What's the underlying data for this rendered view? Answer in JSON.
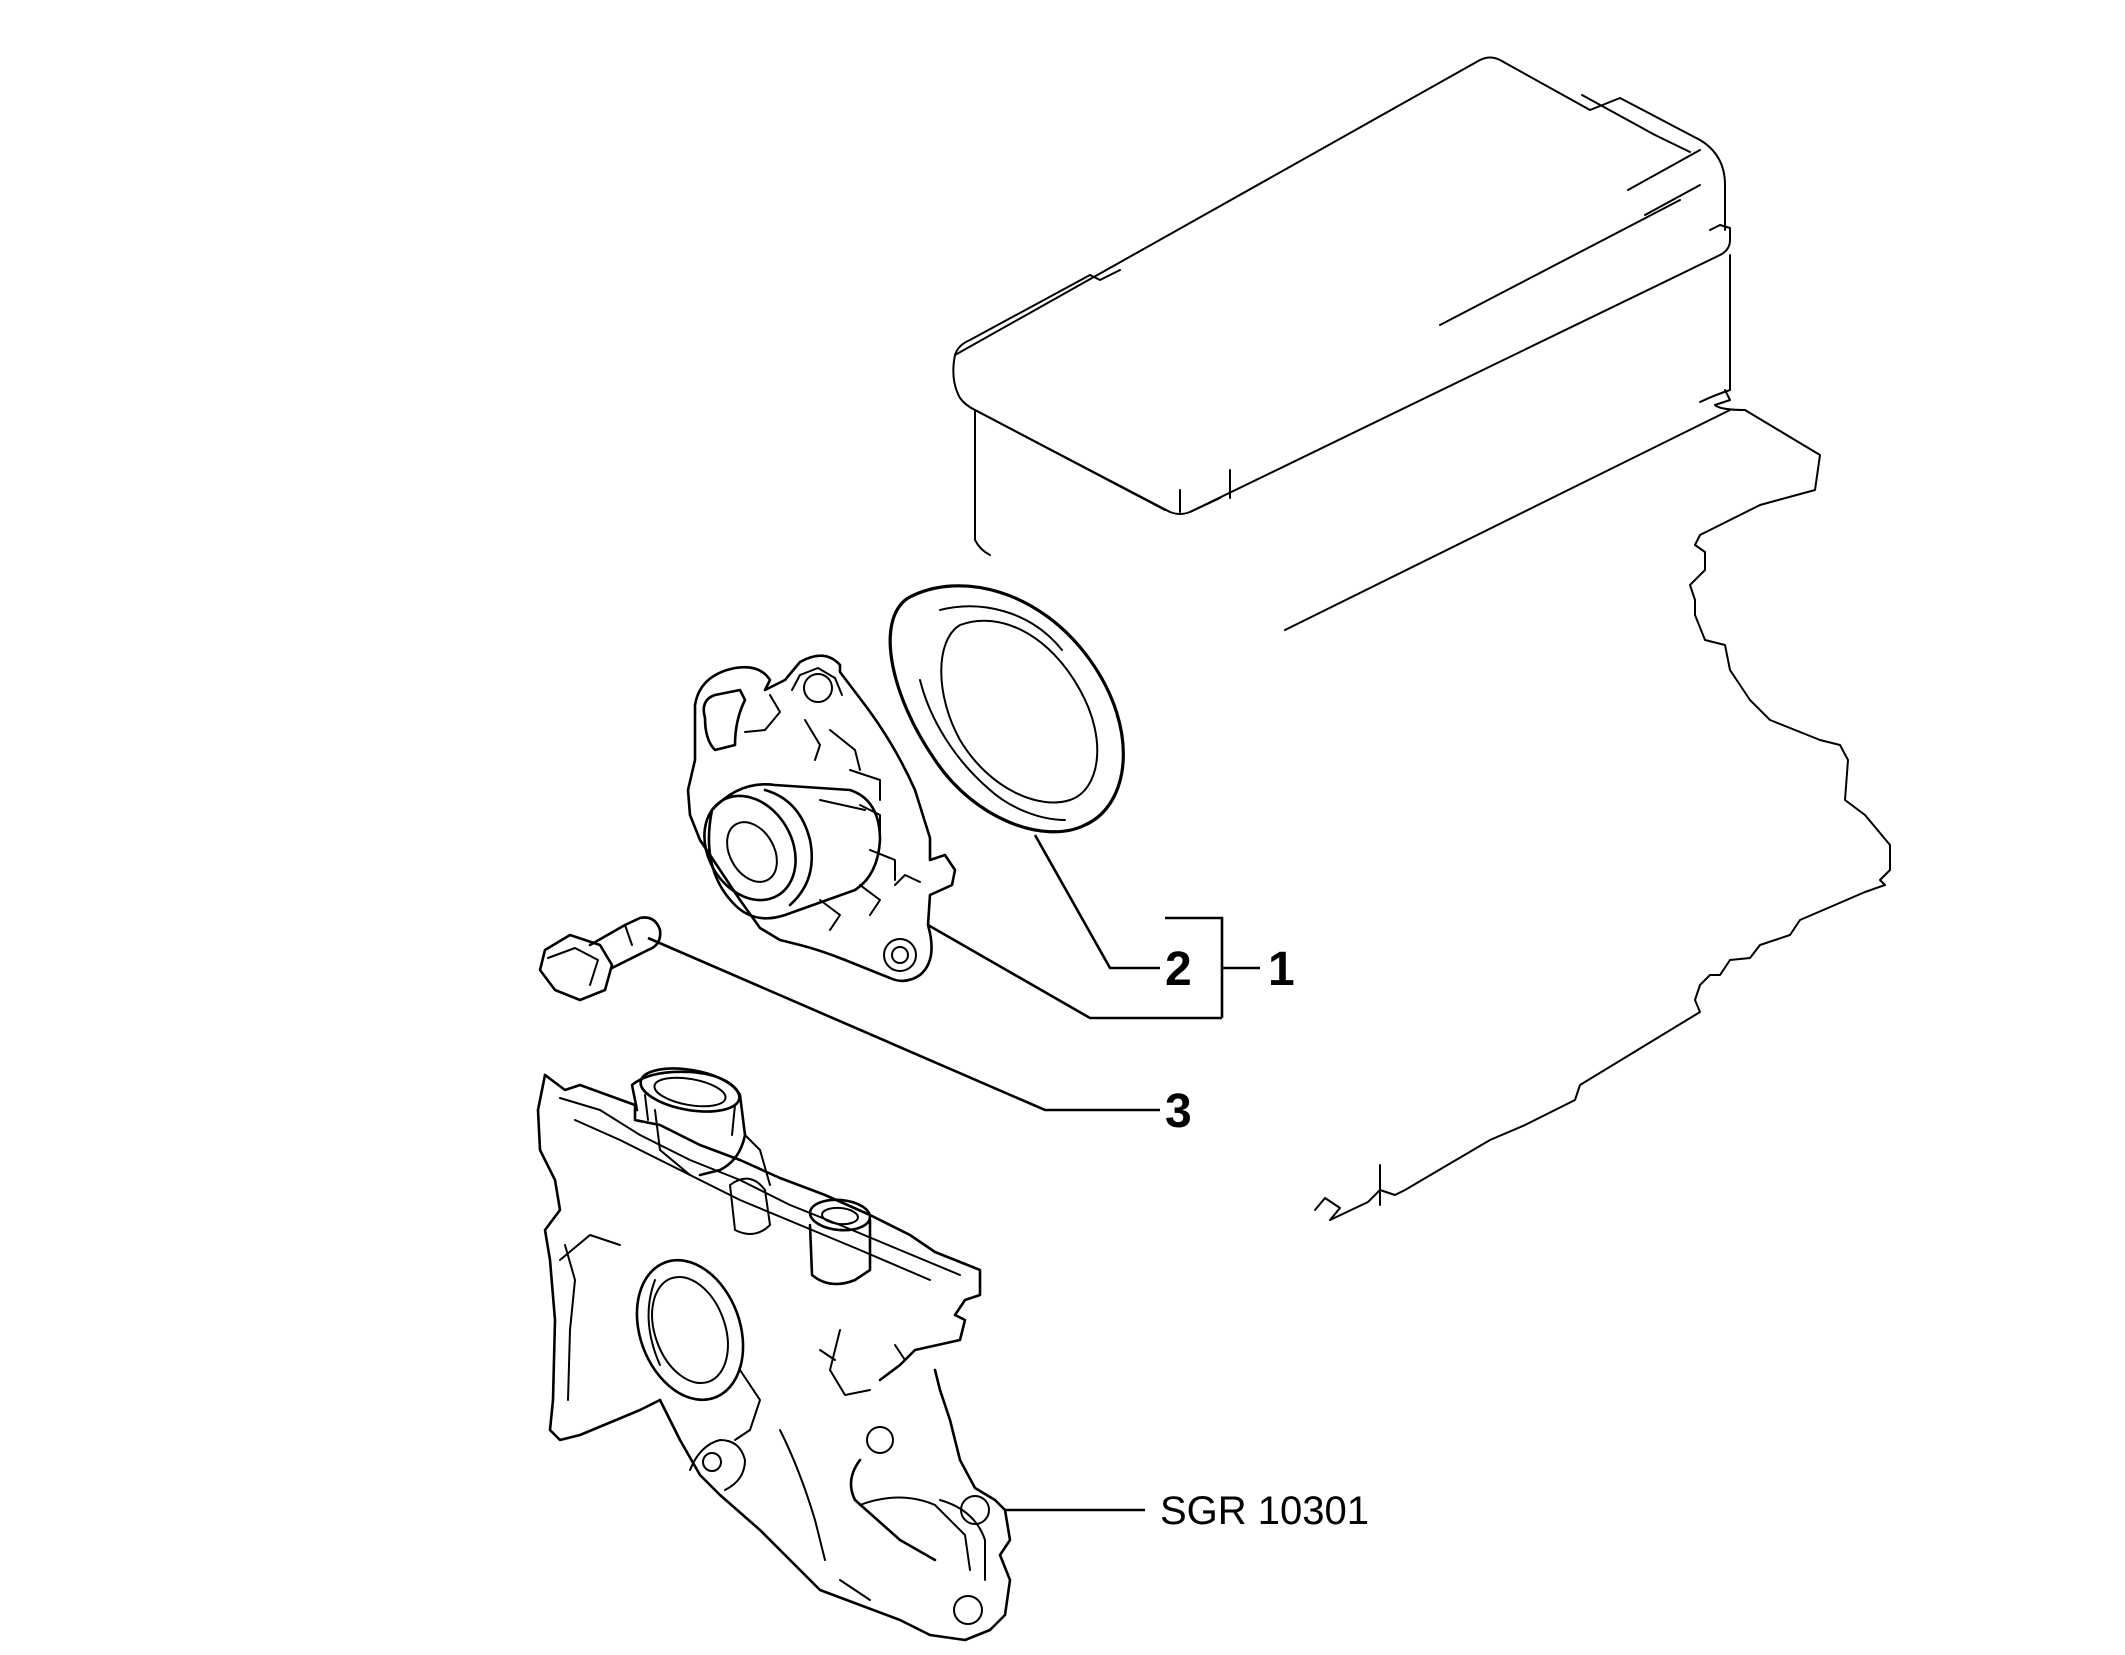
{
  "callouts": {
    "part_1": "1",
    "part_2": "2",
    "part_3": "3"
  },
  "reference_code": "SGR 10301"
}
